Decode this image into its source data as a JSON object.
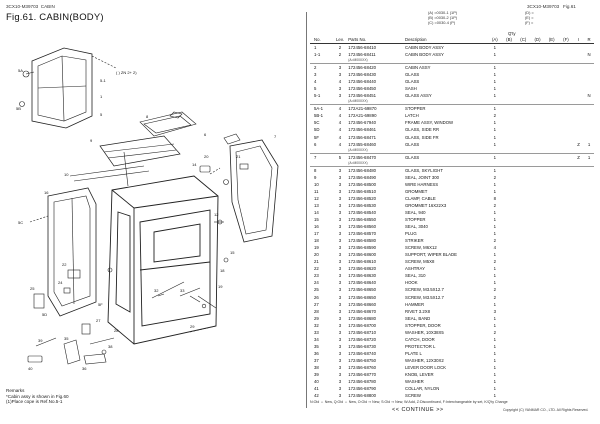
{
  "header": {
    "doc_id": "3CX10-M39703",
    "section": "CABIN",
    "fig_title": "Fig.61.  CABIN(BODY)",
    "fig_ref": "Fig.61"
  },
  "legend_lines": [
    "(A) =0030-1 (1P)",
    "(B) =0030-2 (1P)",
    "(C) =0030-4 (P)",
    "(D) =",
    "(E) =",
    "(F) ="
  ],
  "table_header": {
    "no": "No.",
    "lev": "Lev.",
    "parts_no": "Parts No.",
    "description": "Description",
    "qty": "Q'ty",
    "cols": [
      "(A)",
      "(B)",
      "(C)",
      "(D)",
      "(E)",
      "(F)"
    ],
    "i": "I",
    "r": "R"
  },
  "parts": [
    {
      "no": "1",
      "lev": "2",
      "pn": "172456-68410",
      "desc": "CABIN BODY ASSY",
      "qa": "1",
      "i": "",
      "r": "",
      "sub": ""
    },
    {
      "no": "1-1",
      "lev": "2",
      "pn": "172456-68411",
      "desc": "CABIN BODY ASSY",
      "qa": "1",
      "i": "",
      "r": "N",
      "sub": "(A=M00XXX)"
    },
    {
      "no": "2",
      "lev": "3",
      "pn": "172456-68420",
      "desc": "CABIN ASSY",
      "qa": "1",
      "i": "",
      "r": "",
      "sub": "",
      "rule": true
    },
    {
      "no": "3",
      "lev": "3",
      "pn": "172456-68430",
      "desc": "GLASS",
      "qa": "1",
      "i": "",
      "r": "",
      "sub": ""
    },
    {
      "no": "4",
      "lev": "4",
      "pn": "172456-68440",
      "desc": "GLASS",
      "qa": "1",
      "i": "",
      "r": "",
      "sub": ""
    },
    {
      "no": "5",
      "lev": "3",
      "pn": "172456-68450",
      "desc": "SASH",
      "qa": "1",
      "i": "",
      "r": "",
      "sub": ""
    },
    {
      "no": "5-1",
      "lev": "3",
      "pn": "172456-68451",
      "desc": "GLASS ASSY",
      "qa": "1",
      "i": "",
      "r": "N",
      "sub": "(A=M00XXX)"
    },
    {
      "no": "5A-1",
      "lev": "4",
      "pn": "172A21-69870",
      "desc": "STOPPER",
      "qa": "1",
      "i": "",
      "r": "",
      "sub": "",
      "rule": true
    },
    {
      "no": "5B-1",
      "lev": "4",
      "pn": "172A21-69890",
      "desc": "LATCH",
      "qa": "2",
      "i": "",
      "r": "",
      "sub": ""
    },
    {
      "no": "5C",
      "lev": "4",
      "pn": "172456-67940",
      "desc": "FRAME ASSY, WINDOW",
      "qa": "1",
      "i": "",
      "r": "",
      "sub": ""
    },
    {
      "no": "5D",
      "lev": "4",
      "pn": "172456-68461",
      "desc": "GLASS, SIDE RR",
      "qa": "1",
      "i": "",
      "r": "",
      "sub": ""
    },
    {
      "no": "5F",
      "lev": "4",
      "pn": "172456-68471",
      "desc": "GLASS, SIDE FR",
      "qa": "1",
      "i": "",
      "r": "",
      "sub": ""
    },
    {
      "no": "6",
      "lev": "4",
      "pn": "172455-68460",
      "desc": "GLASS",
      "qa": "1",
      "i": "Z",
      "r": "1",
      "sub": "(A=M00XXX)"
    },
    {
      "no": "7",
      "lev": "5",
      "pn": "172456-68470",
      "desc": "GLASS",
      "qa": "1",
      "i": "Z",
      "r": "1",
      "sub": "(A=M00XXX)",
      "rule": true
    },
    {
      "no": "8",
      "lev": "3",
      "pn": "172456-68480",
      "desc": "GLASS, SKYLIGHT",
      "qa": "1",
      "i": "",
      "r": "",
      "sub": "",
      "rule": true
    },
    {
      "no": "9",
      "lev": "3",
      "pn": "172456-68490",
      "desc": "SEAL, JOINT 300",
      "qa": "2",
      "i": "",
      "r": "",
      "sub": ""
    },
    {
      "no": "10",
      "lev": "3",
      "pn": "172456-68500",
      "desc": "WIRE HARNESS",
      "qa": "1",
      "i": "",
      "r": "",
      "sub": ""
    },
    {
      "no": "11",
      "lev": "3",
      "pn": "172456-68510",
      "desc": "GROMMET",
      "qa": "1",
      "i": "",
      "r": "",
      "sub": ""
    },
    {
      "no": "12",
      "lev": "3",
      "pn": "172456-68520",
      "desc": "CLAMP, CABLE",
      "qa": "8",
      "i": "",
      "r": "",
      "sub": ""
    },
    {
      "no": "13",
      "lev": "3",
      "pn": "172456-68530",
      "desc": "GROMMET 16X22X3",
      "qa": "2",
      "i": "",
      "r": "",
      "sub": ""
    },
    {
      "no": "14",
      "lev": "3",
      "pn": "172456-68540",
      "desc": "SEAL, 940",
      "qa": "1",
      "i": "",
      "r": "",
      "sub": ""
    },
    {
      "no": "15",
      "lev": "3",
      "pn": "172456-68550",
      "desc": "STOPPER",
      "qa": "1",
      "i": "",
      "r": "",
      "sub": ""
    },
    {
      "no": "16",
      "lev": "3",
      "pn": "172456-68560",
      "desc": "SEAL, 3040",
      "qa": "1",
      "i": "",
      "r": "",
      "sub": ""
    },
    {
      "no": "17",
      "lev": "3",
      "pn": "172456-68570",
      "desc": "PLUG",
      "qa": "1",
      "i": "",
      "r": "",
      "sub": ""
    },
    {
      "no": "18",
      "lev": "3",
      "pn": "172456-68580",
      "desc": "STRIKER",
      "qa": "2",
      "i": "",
      "r": "",
      "sub": ""
    },
    {
      "no": "19",
      "lev": "3",
      "pn": "172456-68590",
      "desc": "SCREW, M6X12",
      "qa": "4",
      "i": "",
      "r": "",
      "sub": ""
    },
    {
      "no": "20",
      "lev": "3",
      "pn": "172456-68600",
      "desc": "SUPPORT, WIPER BLADE",
      "qa": "1",
      "i": "",
      "r": "",
      "sub": ""
    },
    {
      "no": "21",
      "lev": "3",
      "pn": "172456-68610",
      "desc": "SCREW, M5X8",
      "qa": "2",
      "i": "",
      "r": "",
      "sub": ""
    },
    {
      "no": "22",
      "lev": "3",
      "pn": "172456-68620",
      "desc": "ASHTRAY",
      "qa": "1",
      "i": "",
      "r": "",
      "sub": ""
    },
    {
      "no": "23",
      "lev": "3",
      "pn": "172456-68630",
      "desc": "SEAL, 310",
      "qa": "1",
      "i": "",
      "r": "",
      "sub": ""
    },
    {
      "no": "24",
      "lev": "3",
      "pn": "172456-68640",
      "desc": "HOOK",
      "qa": "1",
      "i": "",
      "r": "",
      "sub": ""
    },
    {
      "no": "25",
      "lev": "3",
      "pn": "172456-68650",
      "desc": "SCREW, M3.5X12.7",
      "qa": "2",
      "i": "",
      "r": "",
      "sub": ""
    },
    {
      "no": "26",
      "lev": "3",
      "pn": "172456-68650",
      "desc": "SCREW, M3.5X12.7",
      "qa": "2",
      "i": "",
      "r": "",
      "sub": ""
    },
    {
      "no": "27",
      "lev": "3",
      "pn": "172456-68660",
      "desc": "HAMMER",
      "qa": "1",
      "i": "",
      "r": "",
      "sub": ""
    },
    {
      "no": "28",
      "lev": "3",
      "pn": "172456-68670",
      "desc": "RIVET 3.2X8",
      "qa": "3",
      "i": "",
      "r": "",
      "sub": ""
    },
    {
      "no": "29",
      "lev": "3",
      "pn": "172456-68680",
      "desc": "SEAL, BAND",
      "qa": "1",
      "i": "",
      "r": "",
      "sub": ""
    },
    {
      "no": "32",
      "lev": "3",
      "pn": "172456-68700",
      "desc": "STOPPER, DOOR",
      "qa": "1",
      "i": "",
      "r": "",
      "sub": ""
    },
    {
      "no": "33",
      "lev": "3",
      "pn": "172456-68710",
      "desc": "WASHER, 10X38X5",
      "qa": "2",
      "i": "",
      "r": "",
      "sub": ""
    },
    {
      "no": "34",
      "lev": "3",
      "pn": "172456-68720",
      "desc": "CATCH, DOOR",
      "qa": "1",
      "i": "",
      "r": "",
      "sub": ""
    },
    {
      "no": "35",
      "lev": "3",
      "pn": "172456-68730",
      "desc": "PROTECTOR L",
      "qa": "1",
      "i": "",
      "r": "",
      "sub": ""
    },
    {
      "no": "36",
      "lev": "3",
      "pn": "172456-68740",
      "desc": "PLATE L",
      "qa": "1",
      "i": "",
      "r": "",
      "sub": ""
    },
    {
      "no": "37",
      "lev": "3",
      "pn": "172456-68750",
      "desc": "WASHER, 12X30X2",
      "qa": "1",
      "i": "",
      "r": "",
      "sub": ""
    },
    {
      "no": "38",
      "lev": "3",
      "pn": "172456-68760",
      "desc": "LEVER DOOR LOCK",
      "qa": "1",
      "i": "",
      "r": "",
      "sub": ""
    },
    {
      "no": "39",
      "lev": "3",
      "pn": "172456-68770",
      "desc": "KNOB, LEVER",
      "qa": "1",
      "i": "",
      "r": "",
      "sub": ""
    },
    {
      "no": "40",
      "lev": "3",
      "pn": "172456-68780",
      "desc": "WASHER",
      "qa": "1",
      "i": "",
      "r": "",
      "sub": ""
    },
    {
      "no": "41",
      "lev": "3",
      "pn": "172456-68790",
      "desc": "COLLAR, NYLON",
      "qa": "1",
      "i": "",
      "r": "",
      "sub": ""
    },
    {
      "no": "42",
      "lev": "3",
      "pn": "172456-68800",
      "desc": "SCREW",
      "qa": "1",
      "i": "",
      "r": "",
      "sub": ""
    }
  ],
  "remarks": [
    "Remarks",
    "*Cabin assy is shown in Fig.60",
    "(1)Place cope is Ref.No.5-1"
  ],
  "footer_legend": "N:Old ⇔ New, Q:Old ⇔ New, O:Old ⇒ New, S:Old ⇒ New, W:Add, Z:Discontinued, F:Interchangeable by set, K/Q'ty Change",
  "continue_label": "CONTINUE",
  "copyright": "Copyright (C)  YANMAR CO., LTD. All Rights Reserved.",
  "diagram_labels": [
    "5-1",
    "1",
    "5",
    "6",
    "7",
    "8",
    "9",
    "10",
    "12",
    "14",
    "15",
    "16",
    "18",
    "19",
    "20",
    "21",
    "22",
    "24",
    "25",
    "27",
    "28",
    "29",
    "32",
    "33",
    "35",
    "36",
    "38",
    "39",
    "40",
    "5A",
    "5B",
    "5C",
    "5D",
    "5F"
  ],
  "diagram_note": "(  ) ZN 2+ 2)"
}
